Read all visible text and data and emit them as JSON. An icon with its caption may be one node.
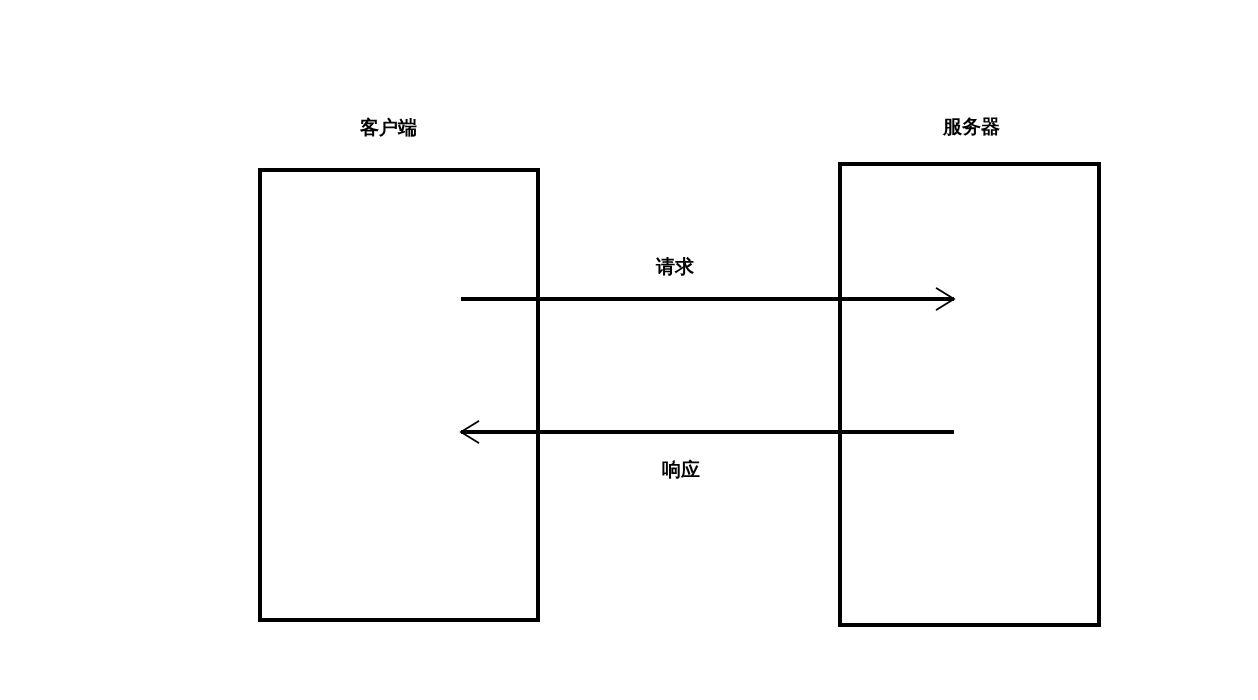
{
  "diagram": {
    "nodes": [
      {
        "text": [
          "客户端"
        ]
      },
      {
        "text": [
          "服务器"
        ]
      }
    ],
    "edges": [
      {
        "from": 0,
        "to": 1,
        "arrow": "to",
        "label": "请求"
      },
      {
        "from": 1,
        "to": 0,
        "arrow": "to",
        "label": "响应"
      }
    ]
  }
}
